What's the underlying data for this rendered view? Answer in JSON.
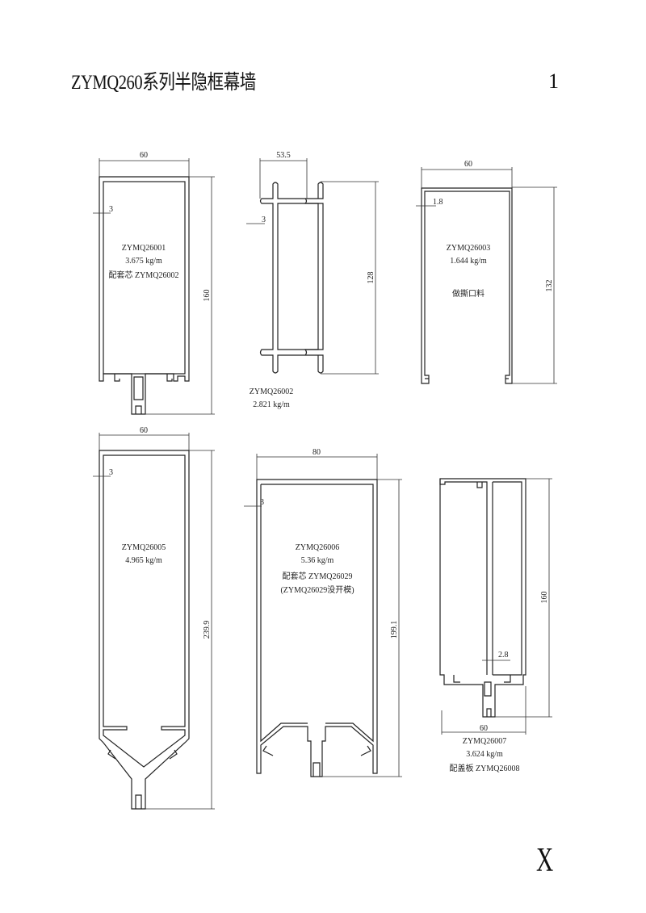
{
  "document": {
    "title": "ZYMQ260系列半隐框幕墙",
    "page_number": "1",
    "corner_mark": "X"
  },
  "profiles": [
    {
      "code": "ZYMQ26001",
      "weight": "3.675 kg/m",
      "note": "配套芯 ZYMQ26002",
      "width": "60",
      "height": "160",
      "thickness": "3"
    },
    {
      "code": "ZYMQ26002",
      "weight": "2.821 kg/m",
      "width": "53.5",
      "height": "128",
      "thickness": "3"
    },
    {
      "code": "ZYMQ26003",
      "weight": "1.644 kg/m",
      "note": "做撕口料",
      "width": "60",
      "height": "132",
      "thickness": "1.8"
    },
    {
      "code": "ZYMQ26005",
      "weight": "4.965 kg/m",
      "width": "60",
      "height": "239.9",
      "thickness": "3"
    },
    {
      "code": "ZYMQ26006",
      "weight": "5.36 kg/m",
      "note": "配套芯 ZYMQ26029",
      "note2": "(ZYMQ26029没开模)",
      "width": "80",
      "height": "199.1",
      "thickness": "3"
    },
    {
      "code": "ZYMQ26007",
      "weight": "3.624 kg/m",
      "note": "配盖板 ZYMQ26008",
      "width": "60",
      "height": "160",
      "thickness": "2.8"
    }
  ]
}
